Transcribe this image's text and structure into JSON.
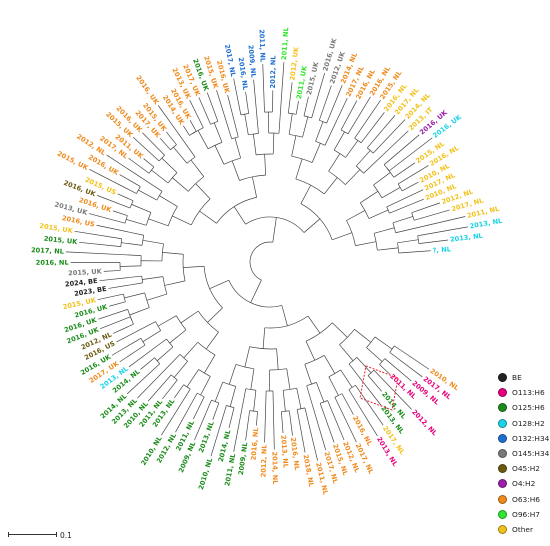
{
  "tips": [
    {
      "label": "2010, NL",
      "group": "O63:H6"
    },
    {
      "label": "2017, NL",
      "group": "O113:H6"
    },
    {
      "label": "2009, NL",
      "group": "O113:H6"
    },
    {
      "label": "2011, NL",
      "group": "O113:H6"
    },
    {
      "label": "2012, NL",
      "group": "O113:H6"
    },
    {
      "label": "2014, NL",
      "group": "O125:H6"
    },
    {
      "label": "2013, NL",
      "group": "O125:H6"
    },
    {
      "label": "2017, NL",
      "group": "Other"
    },
    {
      "label": "2013, NL",
      "group": "O113:H6"
    },
    {
      "label": "2016, NL",
      "group": "O63:H6"
    },
    {
      "label": "2017, NL",
      "group": "O63:H6"
    },
    {
      "label": "2012, NL",
      "group": "O63:H6"
    },
    {
      "label": "2015, NL",
      "group": "O63:H6"
    },
    {
      "label": "2017, NL",
      "group": "O63:H6"
    },
    {
      "label": "2011, NL",
      "group": "O63:H6"
    },
    {
      "label": "2018, NL",
      "group": "O63:H6"
    },
    {
      "label": "2016, NL",
      "group": "O63:H6"
    },
    {
      "label": "2013, NL",
      "group": "O63:H6"
    },
    {
      "label": "2014, NL",
      "group": "O63:H6"
    },
    {
      "label": "2012, NL",
      "group": "O63:H6"
    },
    {
      "label": "2016, NL",
      "group": "O63:H6"
    },
    {
      "label": "2009, NL",
      "group": "O125:H6"
    },
    {
      "label": "2011, NL",
      "group": "O125:H6"
    },
    {
      "label": "2014, NL",
      "group": "O125:H6"
    },
    {
      "label": "2010, NL",
      "group": "O125:H6"
    },
    {
      "label": "2013, NL",
      "group": "O125:H6"
    },
    {
      "label": "2009, NL",
      "group": "O125:H6"
    },
    {
      "label": "2011, NL",
      "group": "O125:H6"
    },
    {
      "label": "2012, NL",
      "group": "O125:H6"
    },
    {
      "label": "2010, NL",
      "group": "O125:H6"
    },
    {
      "label": "2013, NL",
      "group": "O125:H6"
    },
    {
      "label": "2011, NL",
      "group": "O125:H6"
    },
    {
      "label": "2010, NL",
      "group": "O125:H6"
    },
    {
      "label": "2013, NL",
      "group": "O125:H6"
    },
    {
      "label": "2014, NL",
      "group": "O125:H6"
    },
    {
      "label": "2014, NL",
      "group": "O125:H6"
    },
    {
      "label": "2013, NL",
      "group": "O128:H2"
    },
    {
      "label": "2017, UK",
      "group": "O63:H6"
    },
    {
      "label": "2016, UK",
      "group": "O125:H6"
    },
    {
      "label": "2016, US",
      "group": "O45:H2"
    },
    {
      "label": "2012, NL",
      "group": "O45:H2"
    },
    {
      "label": "2016, UK",
      "group": "O125:H6"
    },
    {
      "label": "2016, UK",
      "group": "O125:H6"
    },
    {
      "label": "2016, UK",
      "group": "O125:H6"
    },
    {
      "label": "2015, UK",
      "group": "Other"
    },
    {
      "label": "2023, BE",
      "group": "BE"
    },
    {
      "label": "2024, BE",
      "group": "BE"
    },
    {
      "label": "2015, UK",
      "group": "O145:H34"
    },
    {
      "label": "2016, NL",
      "group": "O125:H6"
    },
    {
      "label": "2017, NL",
      "group": "O125:H6"
    },
    {
      "label": "2015, UK",
      "group": "O125:H6"
    },
    {
      "label": "2015, UK",
      "group": "Other"
    },
    {
      "label": "2016, US",
      "group": "O63:H6"
    },
    {
      "label": "2013, UK",
      "group": "O145:H34"
    },
    {
      "label": "2016, UK",
      "group": "O63:H6"
    },
    {
      "label": "2016, UK",
      "group": "O45:H2"
    },
    {
      "label": "2015, US",
      "group": "Other"
    },
    {
      "label": "2015, UK",
      "group": "O63:H6"
    },
    {
      "label": "2016, UK",
      "group": "O63:H6"
    },
    {
      "label": "2012, NL",
      "group": "O63:H6"
    },
    {
      "label": "2017, NL",
      "group": "O63:H6"
    },
    {
      "label": "2011, UK",
      "group": "O63:H6"
    },
    {
      "label": "2015, UK",
      "group": "O63:H6"
    },
    {
      "label": "2016, UK",
      "group": "O63:H6"
    },
    {
      "label": "2017, UK",
      "group": "O63:H6"
    },
    {
      "label": "2015, UK",
      "group": "O63:H6"
    },
    {
      "label": "2016, UK",
      "group": "O63:H6"
    },
    {
      "label": "2014, UK",
      "group": "O63:H6"
    },
    {
      "label": "2016, UK",
      "group": "O63:H6"
    },
    {
      "label": "2013, UK",
      "group": "O63:H6"
    },
    {
      "label": "2017, UK",
      "group": "O63:H6"
    },
    {
      "label": "2016, UK",
      "group": "O125:H6"
    },
    {
      "label": "2015, UK",
      "group": "O63:H6"
    },
    {
      "label": "2016, UK",
      "group": "O63:H6"
    },
    {
      "label": "2017, NL",
      "group": "O132:H34"
    },
    {
      "label": "2016, NL",
      "group": "O132:H34"
    },
    {
      "label": "2009, NL",
      "group": "O132:H34"
    },
    {
      "label": "2011, NL",
      "group": "O132:H34"
    },
    {
      "label": "2012, NL",
      "group": "O132:H34"
    },
    {
      "label": "2011, NL",
      "group": "O96:H7"
    },
    {
      "label": "2012, UK",
      "group": "Other"
    },
    {
      "label": "2011, UK",
      "group": "O96:H7"
    },
    {
      "label": "2015, UK",
      "group": "O145:H34"
    },
    {
      "label": "2016, UK",
      "group": "O145:H34"
    },
    {
      "label": "2012, UK",
      "group": "O145:H34"
    },
    {
      "label": "2014, NL",
      "group": "O63:H6"
    },
    {
      "label": "2017, NL",
      "group": "O63:H6"
    },
    {
      "label": "2016, NL",
      "group": "O63:H6"
    },
    {
      "label": "2016, NL",
      "group": "O63:H6"
    },
    {
      "label": "2015, NL",
      "group": "O63:H6"
    },
    {
      "label": "2016, NL",
      "group": "Other"
    },
    {
      "label": "2017, NL",
      "group": "Other"
    },
    {
      "label": "2014, NL",
      "group": "Other"
    },
    {
      "label": "2013, IT",
      "group": "Other"
    },
    {
      "label": "2016, UK",
      "group": "O4:H2"
    },
    {
      "label": "2016, UK",
      "group": "O128:H2"
    },
    {
      "label": "2015, NL",
      "group": "Other"
    },
    {
      "label": "2016, NL",
      "group": "Other"
    },
    {
      "label": "2010, NL",
      "group": "Other"
    },
    {
      "label": "2017, NL",
      "group": "Other"
    },
    {
      "label": "2010, NL",
      "group": "Other"
    },
    {
      "label": "2012, NL",
      "group": "Other"
    },
    {
      "label": "2017, NL",
      "group": "Other"
    },
    {
      "label": "2011, NL",
      "group": "Other"
    },
    {
      "label": "2013, NL",
      "group": "O128:H2"
    },
    {
      "label": "2013, NL",
      "group": "O128:H2"
    },
    {
      "label": "?, NL",
      "group": "O128:H2"
    }
  ],
  "legend": [
    {
      "label": "BE",
      "color": "#222222"
    },
    {
      "label": "O113:H6",
      "color": "#e6007e"
    },
    {
      "label": "O125:H6",
      "color": "#1a8c1a"
    },
    {
      "label": "O128:H2",
      "color": "#19d3e6"
    },
    {
      "label": "O132:H34",
      "color": "#1f6fd1"
    },
    {
      "label": "O145:H34",
      "color": "#7a7a7a"
    },
    {
      "label": "O45:H2",
      "color": "#6b5a10"
    },
    {
      "label": "O4:H2",
      "color": "#9b1fa8"
    },
    {
      "label": "O63:H6",
      "color": "#f08a1c"
    },
    {
      "label": "O96:H7",
      "color": "#2ee62e"
    },
    {
      "label": "Other",
      "color": "#f2c21b"
    }
  ],
  "scale_bar": {
    "label": "0.1"
  }
}
